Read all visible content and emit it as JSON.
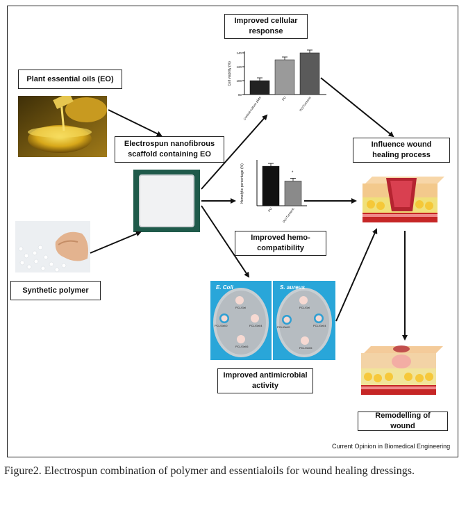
{
  "boxes": {
    "essential_oils": "Plant essential oils  (EO)",
    "scaffold": "Electrospun nanofibrous scaffold containing EO",
    "synthetic_polymer": "Synthetic polymer",
    "cellular_response": "Improved cellular response",
    "hemocompatibility": "Improved hemo-compatibility",
    "antimicrobial": "Improved antimicrobial activity",
    "influence": "Influence wound healing process",
    "remodelling": "Remodelling of wound"
  },
  "credit": "Current Opinion in Biomedical Engineering",
  "caption": "Figure2. Electrospun combination of polymer and essentialoils for wound healing dressings.",
  "petri": {
    "ecoli": {
      "title": "E. Coli",
      "labels": [
        "PCL/Gel",
        "PCL/Gel/0",
        "PCL/Gel/4",
        "PCL/Gel/6"
      ]
    },
    "saureus": {
      "title": "S. aureus",
      "labels": [
        "PCL/Gel",
        "PCL/Gel/0",
        "PCL/Gel/4",
        "PCL/Gel/6"
      ]
    }
  },
  "chart_data": [
    {
      "type": "bar",
      "ylabel": "Cell viability (%)",
      "categories": [
        "Control-culture plate",
        "PU",
        "PU/Turmeric"
      ],
      "values": [
        100,
        130,
        140
      ],
      "ylim": [
        80,
        140
      ],
      "yticks": [
        80,
        100,
        120,
        140
      ],
      "colors": [
        "#222222",
        "#9a9a9a",
        "#5a5a5a"
      ]
    },
    {
      "type": "bar",
      "ylabel": "Hemolytic percentage (%)",
      "categories": [
        "PU",
        "PU-Turmeric"
      ],
      "values": [
        2.4,
        1.5
      ],
      "ylim": [
        0,
        2.7
      ],
      "colors": [
        "#111111",
        "#8a8a8a"
      ]
    }
  ],
  "colors": {
    "petri_bg": "#29a6d9",
    "arrow": "#111111"
  }
}
